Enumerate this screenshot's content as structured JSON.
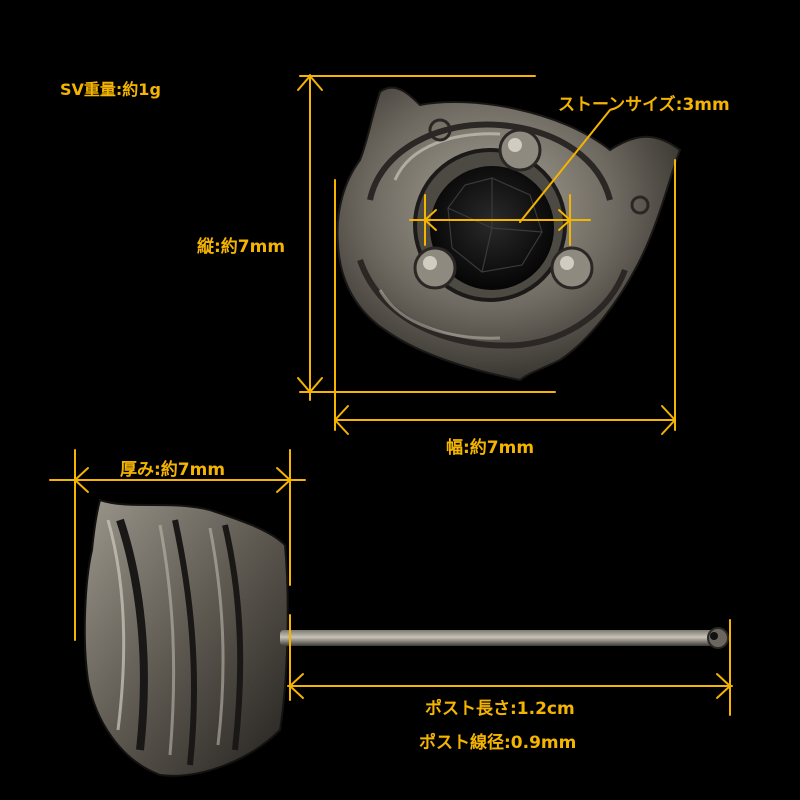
{
  "specs": {
    "weight": "SV重量:約1g",
    "stone_size": "ストーンサイズ:3mm",
    "height": "縦:約7mm",
    "width": "幅:約7mm",
    "thickness": "厚み:約7mm",
    "post_length": "ポスト長さ:1.2cm",
    "post_diameter": "ポスト線径:0.9mm"
  },
  "colors": {
    "background": "#000000",
    "annotation": "#f4b400",
    "silver": "#8a857c",
    "stone": "#101010"
  }
}
